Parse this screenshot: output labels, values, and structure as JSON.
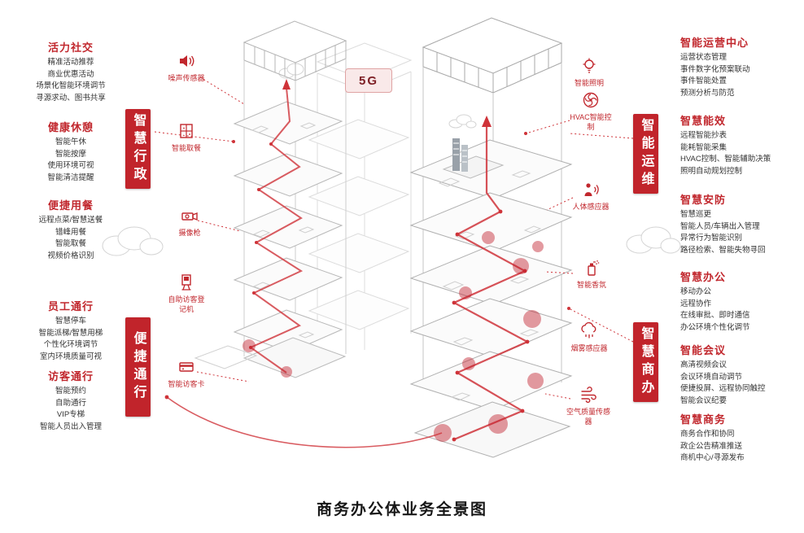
{
  "title": "商务办公体业务全景图",
  "badge_5g": "5G",
  "colors": {
    "accent": "#c1272d",
    "label_box_red": "#c1242b",
    "route_red": "#cf3339"
  },
  "left_sections": [
    {
      "heading": "活力社交",
      "items": [
        "精准活动推荐",
        "商业优惠活动",
        "场景化智能环境调节",
        "寻源求动、图书共享"
      ]
    },
    {
      "heading": "健康休憩",
      "items": [
        "智能午休",
        "智能按摩",
        "使用环境可视",
        "智能清洁提醒"
      ]
    },
    {
      "heading": "便捷用餐",
      "items": [
        "远程点菜/智慧送餐",
        "错峰用餐",
        "智能取餐",
        "视频价格识别"
      ]
    },
    {
      "heading": "员工通行",
      "items": [
        "智慧停车",
        "智能派梯/智慧用梯",
        "个性化环境调节",
        "室内环境质量可视"
      ]
    },
    {
      "heading": "访客通行",
      "items": [
        "智能预约",
        "自助通行",
        "VIP专梯",
        "智能人员出入管理"
      ]
    }
  ],
  "right_sections": [
    {
      "heading": "智能运营中心",
      "items": [
        "运营状态管理",
        "事件数字化预案联动",
        "事件智能处置",
        "预测分析与防范"
      ]
    },
    {
      "heading": "智慧能效",
      "items": [
        "远程智能抄表",
        "能耗智能采集",
        "HVAC控制、智能辅助决策",
        "照明自动规划控制"
      ]
    },
    {
      "heading": "智慧安防",
      "items": [
        "智慧巡更",
        "智能人员/车辆出入管理",
        "异常行为智能识别",
        "路径检索、智能失物寻回"
      ]
    },
    {
      "heading": "智慧办公",
      "items": [
        "移动办公",
        "远程协作",
        "在线审批、即时通信",
        "办公环境个性化调节"
      ]
    },
    {
      "heading": "智能会议",
      "items": [
        "高清视频会议",
        "会议环境自动调节",
        "便捷投屏、远程协同触控",
        "智能会议纪要"
      ]
    },
    {
      "heading": "智慧商务",
      "items": [
        "商务合作和协同",
        "政企公告精准推送",
        "商机中心/寻源发布"
      ]
    }
  ],
  "vertical_labels": [
    {
      "id": "smart-administration",
      "text": "智慧行政"
    },
    {
      "id": "convenient-access",
      "text": "便捷通行"
    },
    {
      "id": "smart-operations",
      "text": "智能运维"
    },
    {
      "id": "smart-business-office",
      "text": "智慧商办"
    }
  ],
  "left_icons": [
    {
      "icon": "noise-sensor-icon",
      "label": "噪声传感器"
    },
    {
      "icon": "meal-pickup-icon",
      "label": "智能取餐"
    },
    {
      "icon": "camera-icon",
      "label": "摄像枪"
    },
    {
      "icon": "visitor-kiosk-icon",
      "label": "自助访客登记机"
    },
    {
      "icon": "visitor-card-icon",
      "label": "智能访客卡"
    }
  ],
  "right_icons": [
    {
      "icon": "smart-lighting-icon",
      "label": "智能照明"
    },
    {
      "icon": "hvac-icon",
      "label": "HVAC智能控制"
    },
    {
      "icon": "body-sensor-icon",
      "label": "人体感应器"
    },
    {
      "icon": "fragrance-icon",
      "label": "智能香氛"
    },
    {
      "icon": "smoke-sensor-icon",
      "label": "烟雾感应器"
    },
    {
      "icon": "air-quality-icon",
      "label": "空气质量传感器"
    }
  ]
}
